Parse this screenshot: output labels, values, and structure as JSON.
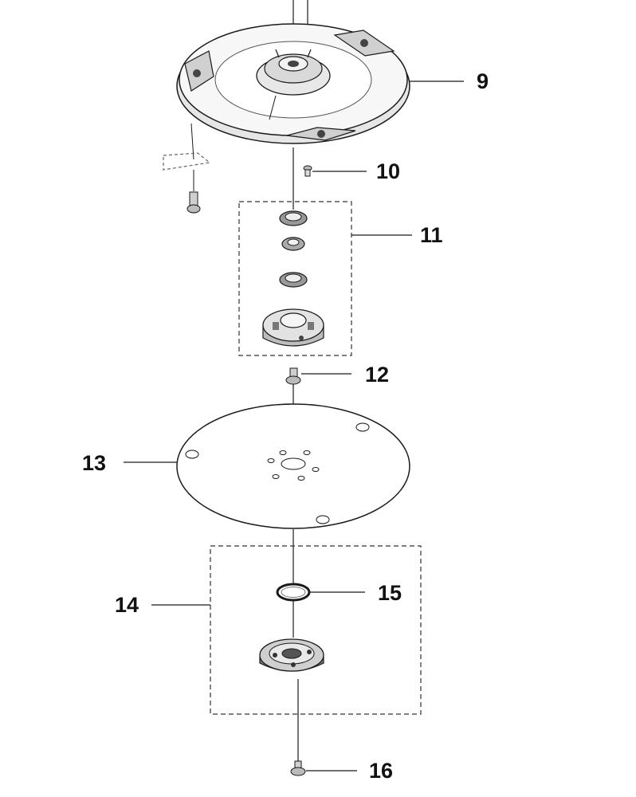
{
  "callouts": {
    "c9": "9",
    "c10": "10",
    "c11": "11",
    "c12": "12",
    "c13": "13",
    "c14": "14",
    "c15": "15",
    "c16": "16"
  },
  "colors": {
    "line": "#1a1a1a",
    "part_fill": "#f2f2f2",
    "part_shade": "#b8b8b8",
    "part_dark": "#444444"
  }
}
